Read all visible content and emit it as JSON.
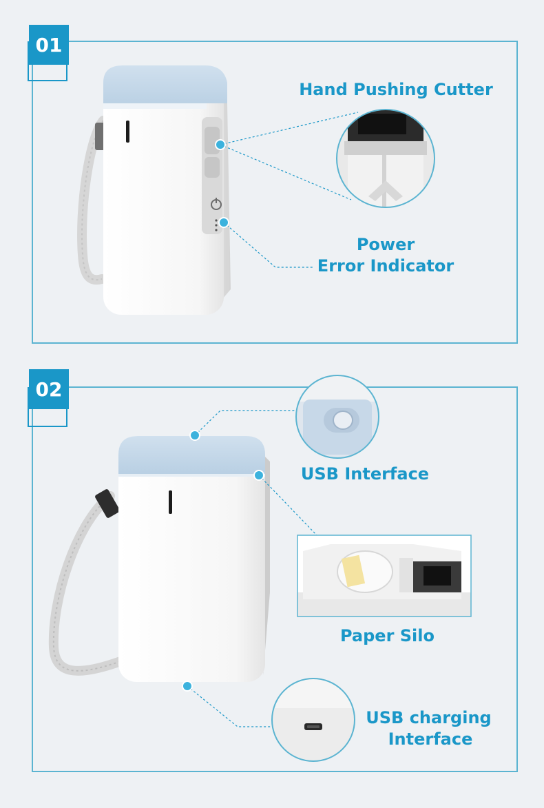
{
  "section1": {
    "number": "01",
    "labels": {
      "cutter": "Hand Pushing Cutter",
      "indicator_line1": "Power",
      "indicator_line2": "Error Indicator"
    }
  },
  "section2": {
    "number": "02",
    "labels": {
      "usb_interface": "USB Interface",
      "paper_silo": "Paper Silo",
      "charging_line1": "USB charging",
      "charging_line2": "Interface"
    }
  },
  "colors": {
    "accent": "#1a97c8",
    "frame": "#5bb4d1",
    "background": "#eef1f4",
    "device_body": "#f7f7f7",
    "device_lid": "#c2d6e8"
  },
  "icons": [
    "power-icon",
    "cutter-icon",
    "usb-port-icon",
    "micro-usb-port-icon",
    "paper-roll-icon"
  ]
}
